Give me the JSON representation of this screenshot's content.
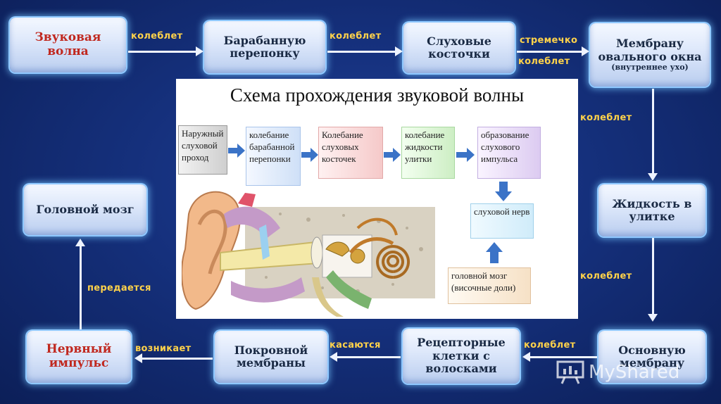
{
  "flow": {
    "sound_wave": "Звуковая волна",
    "eardrum": "Барабанную перепонку",
    "ossicles": "Слуховые косточки",
    "oval_window": "Мембрану овального окна",
    "oval_window_sub": "(внутреннее ухо)",
    "cochlea_fluid": "Жидкость в улитке",
    "basilar": "Основную мембрану",
    "receptors": "Рецепторные клетки с волосками",
    "tectorial": "Покровной мембраны",
    "nerve_impulse": "Нервный импульс",
    "brain": "Головной мозг"
  },
  "labels": {
    "l1": "колеблет",
    "l2": "колеблет",
    "l3a": "стремечко",
    "l3b": "колеблет",
    "l4": "колеблет",
    "l5": "колеблет",
    "l6": "колеблет",
    "l7": "касаются",
    "l8": "возникает",
    "l9": "передается"
  },
  "panel": {
    "title": "Схема прохождения звуковой волны",
    "step1": "Наружный слуховой проход",
    "step2": "колебание барабанной перепонки",
    "step3": "Колебание слуховых косточек",
    "step4": "колебание жидкости улитки",
    "step5": "образование слухового импульса",
    "nerve": "слуховой нерв",
    "brain": "головной мозг (височные доли)"
  },
  "watermark": "MyShared",
  "colors": {
    "accent_label": "#ffd24a",
    "red_text": "#c0281f"
  }
}
